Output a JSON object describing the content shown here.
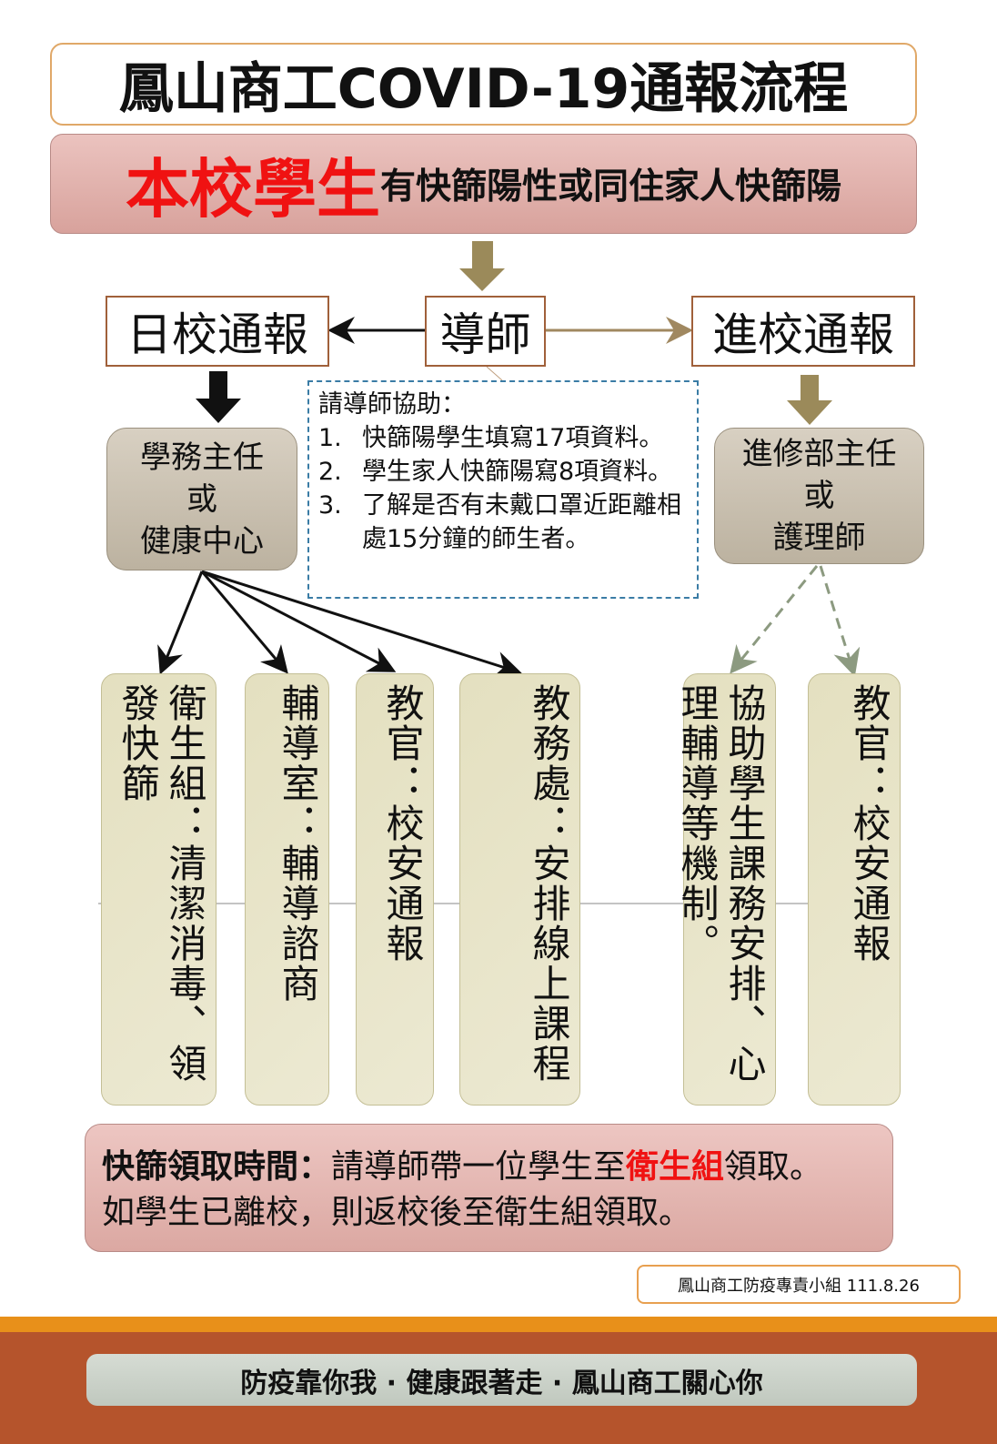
{
  "title": "鳳山商工COVID-19通報流程",
  "banner": {
    "highlight": "本校學生",
    "rest": "有快篩陽性或同住家人快篩陽"
  },
  "nodes": {
    "day_school": "日校通報",
    "mentor": "導師",
    "night_school": "進校通報"
  },
  "left_contact": [
    "學務主任",
    "或",
    "健康中心"
  ],
  "right_contact": [
    "進修部主任",
    "或",
    "護理師"
  ],
  "note": {
    "heading": "請導師協助：",
    "items": [
      {
        "num": "1.",
        "text": "快篩陽學生填寫17項資料。"
      },
      {
        "num": "2.",
        "text": "學生家人快篩陽寫8項資料。"
      },
      {
        "num": "3.",
        "text": "了解是否有未戴口罩近距離相處15分鐘的師生者。"
      }
    ]
  },
  "columns": [
    "衛生組：清潔消毒、領發快篩",
    "輔導室：輔導諮商",
    "教官：校安通報",
    "教務處：安排線上課程",
    "協助學生課務安排、心理輔導等機制。",
    "教官：校安通報"
  ],
  "pickup": {
    "label": "快篩領取時間：",
    "text1": "請導師帶一位學生至",
    "highlight": "衛生組",
    "text2": "領取。",
    "line2": "如學生已離校，則返校後至衛生組領取。"
  },
  "signature": "鳳山商工防疫專責小組  111.8.26",
  "slogan": "防疫靠你我 · 健康跟著走 · 鳳山商工關心你",
  "colors": {
    "red": "#f01212",
    "orange": "#e8901a",
    "footer": "#b5542c"
  }
}
